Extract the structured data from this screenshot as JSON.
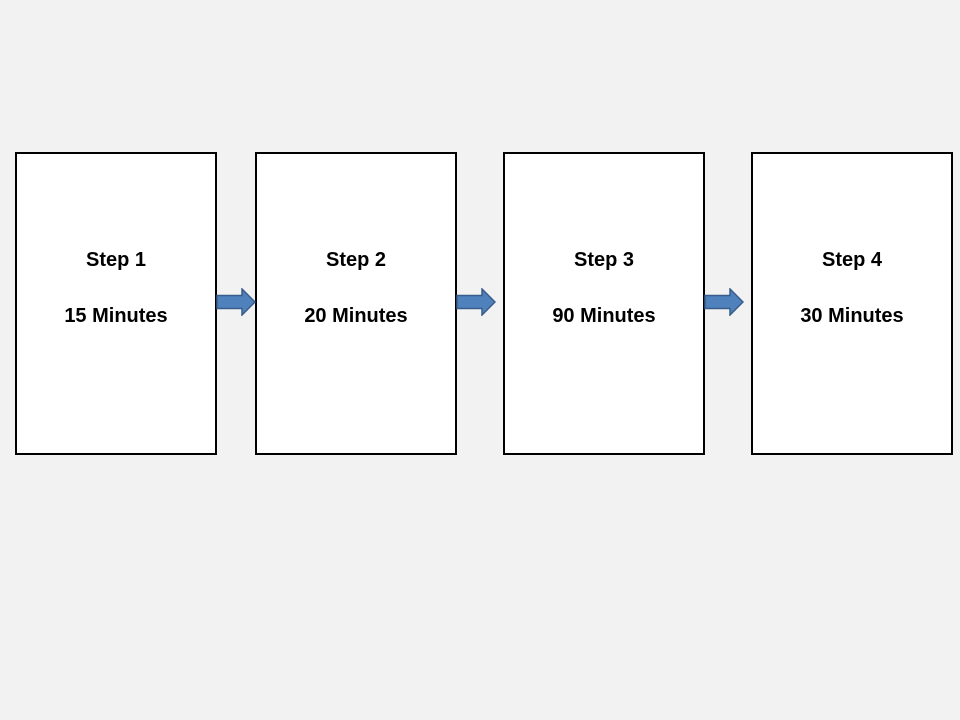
{
  "colors": {
    "background": "#f2f2f2",
    "box_fill": "#ffffff",
    "box_border": "#000000",
    "arrow_fill": "#4f81bd",
    "arrow_stroke": "#385d8a"
  },
  "steps": [
    {
      "label": "Step 1",
      "duration": "15 Minutes"
    },
    {
      "label": "Step 2",
      "duration": "20 Minutes"
    },
    {
      "label": "Step 3",
      "duration": "90 Minutes"
    },
    {
      "label": "Step 4",
      "duration": "30 Minutes"
    }
  ],
  "connectors": [
    {
      "from": "Step 1",
      "to": "Step 2",
      "icon": "right-arrow-icon"
    },
    {
      "from": "Step 2",
      "to": "Step 3",
      "icon": "right-arrow-icon"
    },
    {
      "from": "Step 3",
      "to": "Step 4",
      "icon": "right-arrow-icon"
    }
  ]
}
